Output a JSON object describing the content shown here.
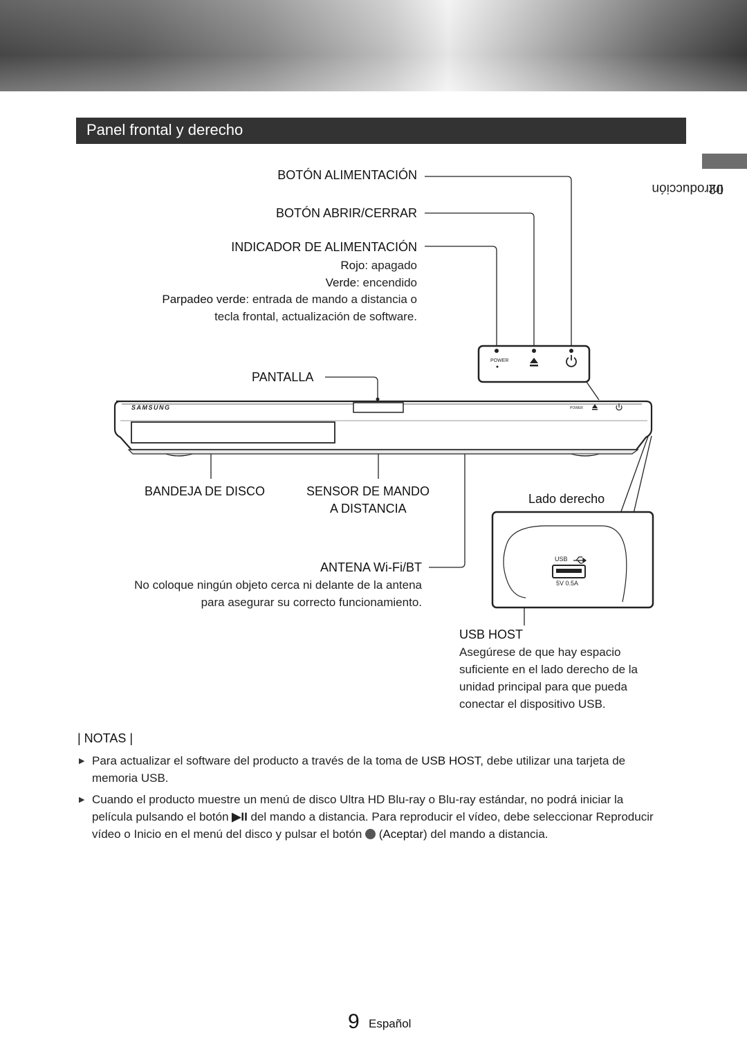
{
  "header": {
    "section_title": "Panel frontal y derecho"
  },
  "side": {
    "chapter": "02",
    "chapter_name": "Introducción"
  },
  "callouts": {
    "power_button": "BOTÓN ALIMENTACIÓN",
    "open_close_button": "BOTÓN ABRIR/CERRAR",
    "power_indicator": "INDICADOR DE ALIMENTACIÓN",
    "red_key": "Rojo",
    "red_val": ": apagado",
    "green_key": "Verde",
    "green_val": ": encendido",
    "blink_key": "Parpadeo verde",
    "blink_val": ": entrada de mando a distancia o",
    "blink_val2": "tecla frontal, actualización de software.",
    "display": "PANTALLA",
    "disc_tray": "BANDEJA DE DISCO",
    "remote_sensor_1": "SENSOR DE MANDO",
    "remote_sensor_2": "A DISTANCIA",
    "right_side": "Lado derecho",
    "antenna": "ANTENA Wi-Fi/BT",
    "antenna_note_1": "No coloque ningún objeto cerca ni delante de la antena",
    "antenna_note_2": "para asegurar su correcto funcionamiento.",
    "usb_host": "USB HOST",
    "usb_note_1": "Asegúrese de que hay espacio",
    "usb_note_2": "suficiente en el lado derecho de la",
    "usb_note_3": "unidad principal para que pueda",
    "usb_note_4": "conectar el dispositivo USB."
  },
  "device": {
    "brand": "SAMSUNG",
    "power_label": "POWER",
    "usb_label": "USB",
    "usb_rating": "5V  0.5A"
  },
  "notes": {
    "title": "| NOTAS |",
    "n1_a": "Para actualizar el software del producto a través de la toma de ",
    "n1_b": "USB HOST",
    "n1_c": ", debe utilizar una tarjeta de",
    "n1_d": "memoria USB.",
    "n2_l1": "Cuando el producto muestre un menú de disco Ultra HD Blu-ray o Blu-ray estándar, no podrá iniciar la",
    "n2_l2a": "película pulsando el botón ",
    "n2_l2b": "▶II",
    "n2_l2c": " del mando a distancia. Para reproducir el vídeo, debe seleccionar Reproducir",
    "n2_l3a": "vídeo o Inicio en el menú del disco y pulsar el botón ",
    "n2_l3b": " (",
    "n2_l3c": "Aceptar",
    "n2_l3d": ") del mando a distancia."
  },
  "footer": {
    "page": "9",
    "language": "Español"
  }
}
